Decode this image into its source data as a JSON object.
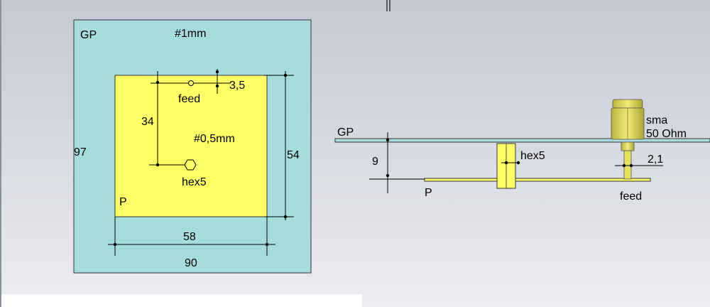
{
  "colors": {
    "background_top": "#c4c8d3",
    "background_bottom": "#e9eaef",
    "ground_plane": "#a6dcdc",
    "patch": "#ffff66",
    "connector": "#e6e05a"
  },
  "top_view": {
    "gp_label": "GP",
    "gp_thickness": "#1mm",
    "gp_height": "97",
    "gp_width": "90",
    "patch_label": "P",
    "patch_thickness": "#0,5mm",
    "patch_height": "54",
    "patch_width": "58",
    "feed_label": "feed",
    "feed_offset": "3,5",
    "feed_to_spacer": "34",
    "spacer_label": "hex5"
  },
  "side_view": {
    "gp_label": "GP",
    "patch_label": "P",
    "gap": "9",
    "spacer_label": "hex5",
    "connector_label_1": "sma",
    "connector_label_2": "50 Ohm",
    "pin_size": "2,1",
    "feed_label": "feed"
  }
}
